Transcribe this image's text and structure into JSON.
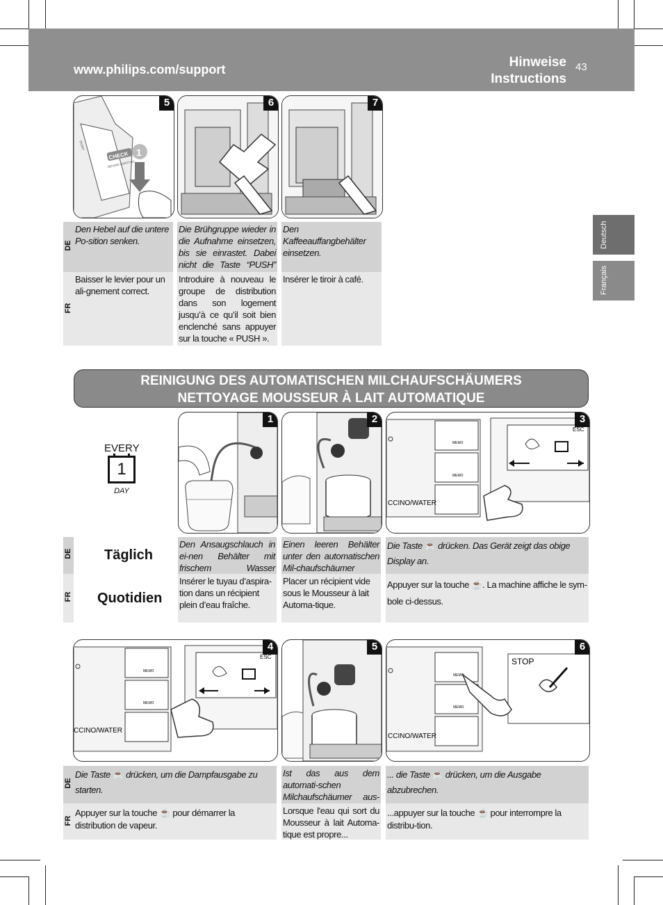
{
  "header": {
    "url": "www.philips.com/support",
    "title_de": "Hinweise",
    "title_en": "Instructions",
    "page_number": "43"
  },
  "side_tabs": [
    "Deutsch",
    "Français"
  ],
  "lang_labels": {
    "de": "DE",
    "fr": "FR"
  },
  "top_steps": [
    {
      "number": "5",
      "de": "Den Hebel auf die untere Po-sition senken.",
      "fr": "Baisser le levier pour un ali-gnement correct."
    },
    {
      "number": "6",
      "de": "Die Brühgruppe wieder in die Aufnahme einsetzen, bis sie einrastet. Dabei nicht die Taste “PUSH” drücken.",
      "fr": "Introduire à nouveau le groupe de distribution dans son logement jusqu’à ce qu’il soit bien enclenché sans appuyer sur la touche « PUSH »."
    },
    {
      "number": "7",
      "de": "Den Kaffeeauffangbehälter einsetzen.",
      "fr": "Insérer le tiroir à café."
    }
  ],
  "illustration_labels": {
    "push": "PUSH",
    "check": "CHECK",
    "before_inserting": "BEFORE INSERTING",
    "step_arrow": "1"
  },
  "banner": {
    "line1": "REINIGUNG DES AUTOMATISCHEN MILCHAUFSCHÄUMERS",
    "line2": "NETTOYAGE MOUSSEUR À LAIT AUTOMATIQUE"
  },
  "frequency": {
    "every": "EVERY",
    "number": "1",
    "day": "DAY",
    "de": "Täglich",
    "fr": "Quotidien"
  },
  "machine_labels": {
    "memo": "MEMO",
    "cappuccino_water": "CCINO/WATER",
    "esc": "ESC",
    "stop": "STOP"
  },
  "middle_steps": [
    {
      "number": "1",
      "de": "Den Ansaugschlauch in ei-nen Behälter mit frischem Wasser stecken.",
      "fr": "Insérer le tuyau d’aspira-tion dans un récipient plein d’eau fraîche."
    },
    {
      "number": "2",
      "de": "Einen leeren Behälter unter den automatischen Mil-chaufschäumer stellen.",
      "fr": "Placer un récipient vide sous le Mousseur à lait Automa-tique."
    },
    {
      "number": "3",
      "de_a": "Die Taste",
      "de_b": "drücken. Das Gerät zeigt das obige Display an.",
      "fr_a": "Appuyer sur la touche",
      "fr_b": ". La machine affiche le sym-bole ci-dessus."
    }
  ],
  "bottom_steps": [
    {
      "number": "4",
      "de_a": "Die Taste",
      "de_b": "drücken, um die Dampfausgabe zu starten.",
      "fr_a": "Appuyer sur la touche",
      "fr_b": "pour démarrer la distribution de vapeur."
    },
    {
      "number": "5",
      "de": "Ist das aus dem automati-schen Milchaufschäumer aus-tretende Wasser sauber ...",
      "fr": "Lorsque l'eau qui sort du Mousseur à lait Automa-tique est propre..."
    },
    {
      "number": "6",
      "de_a": "... die Taste",
      "de_b": "drücken, um die Ausgabe abzubrechen.",
      "fr_a": "...appuyer sur la touche",
      "fr_b": "pour interrompre la distribu-tion."
    }
  ]
}
